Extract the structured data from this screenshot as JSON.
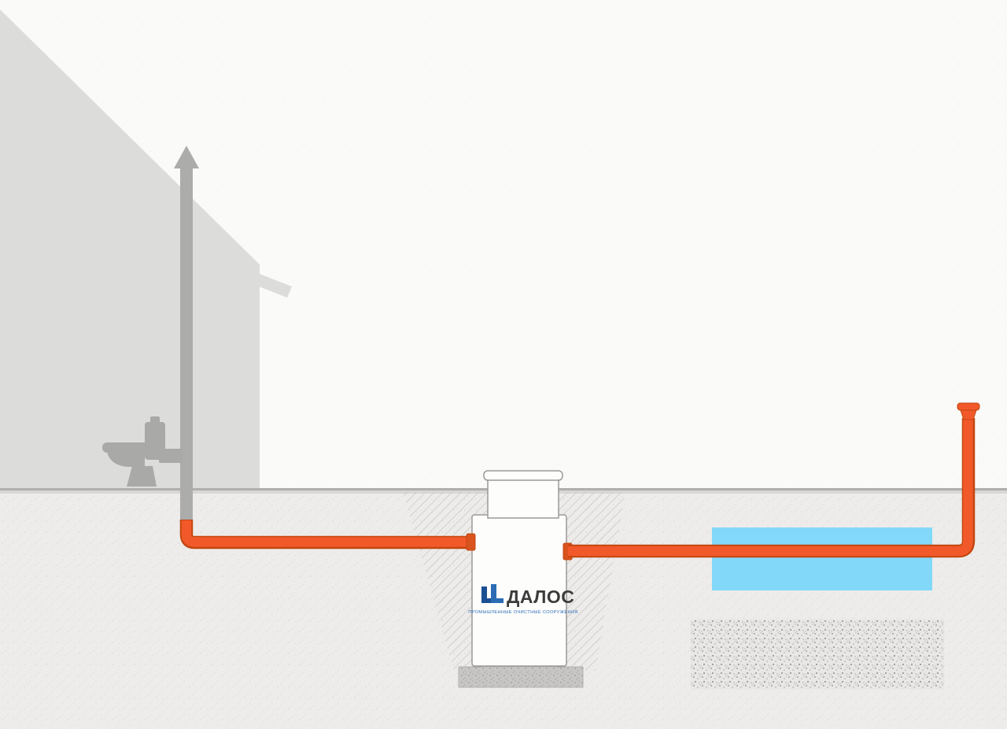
{
  "logo": {
    "brand": "ДАЛОС",
    "subtitle": "ПРОМЫШЛЕННЫЕ ОЧИСТНЫЕ СООРУЖЕНИЯ"
  },
  "icons": {
    "vent_arrow_icon": "up-arrow",
    "toilet_icon": "toilet-silhouette",
    "dalos_logo_icon": "two-blue-angular-shapes",
    "vent_cap_icon": "mushroom-vent-cap"
  },
  "colors": {
    "background": "#FAFAF8",
    "house_gray": "#DCDCDA",
    "ground_fill": "#EDECEA",
    "ground_line": "#AFAEAC",
    "ground_line_soft": "#D8D7D5",
    "vent_gray": "#ACACAA",
    "toilet_gray": "#A9A9A7",
    "pipe_orange": "#F2592A",
    "pipe_orange_dark": "#C2470F",
    "coupling_orange": "#D9531E",
    "water_blue": "#82D8F8",
    "tank_fill": "#FDFDFC",
    "tank_stroke": "#9B9A98",
    "concrete_gray": "#C7C6C4",
    "hatch_gray": "#C6C5C3",
    "logo_blue": "#2B6CB5",
    "logo_blue_dark": "#1B4F93",
    "logo_text": "#3C3C3C"
  }
}
